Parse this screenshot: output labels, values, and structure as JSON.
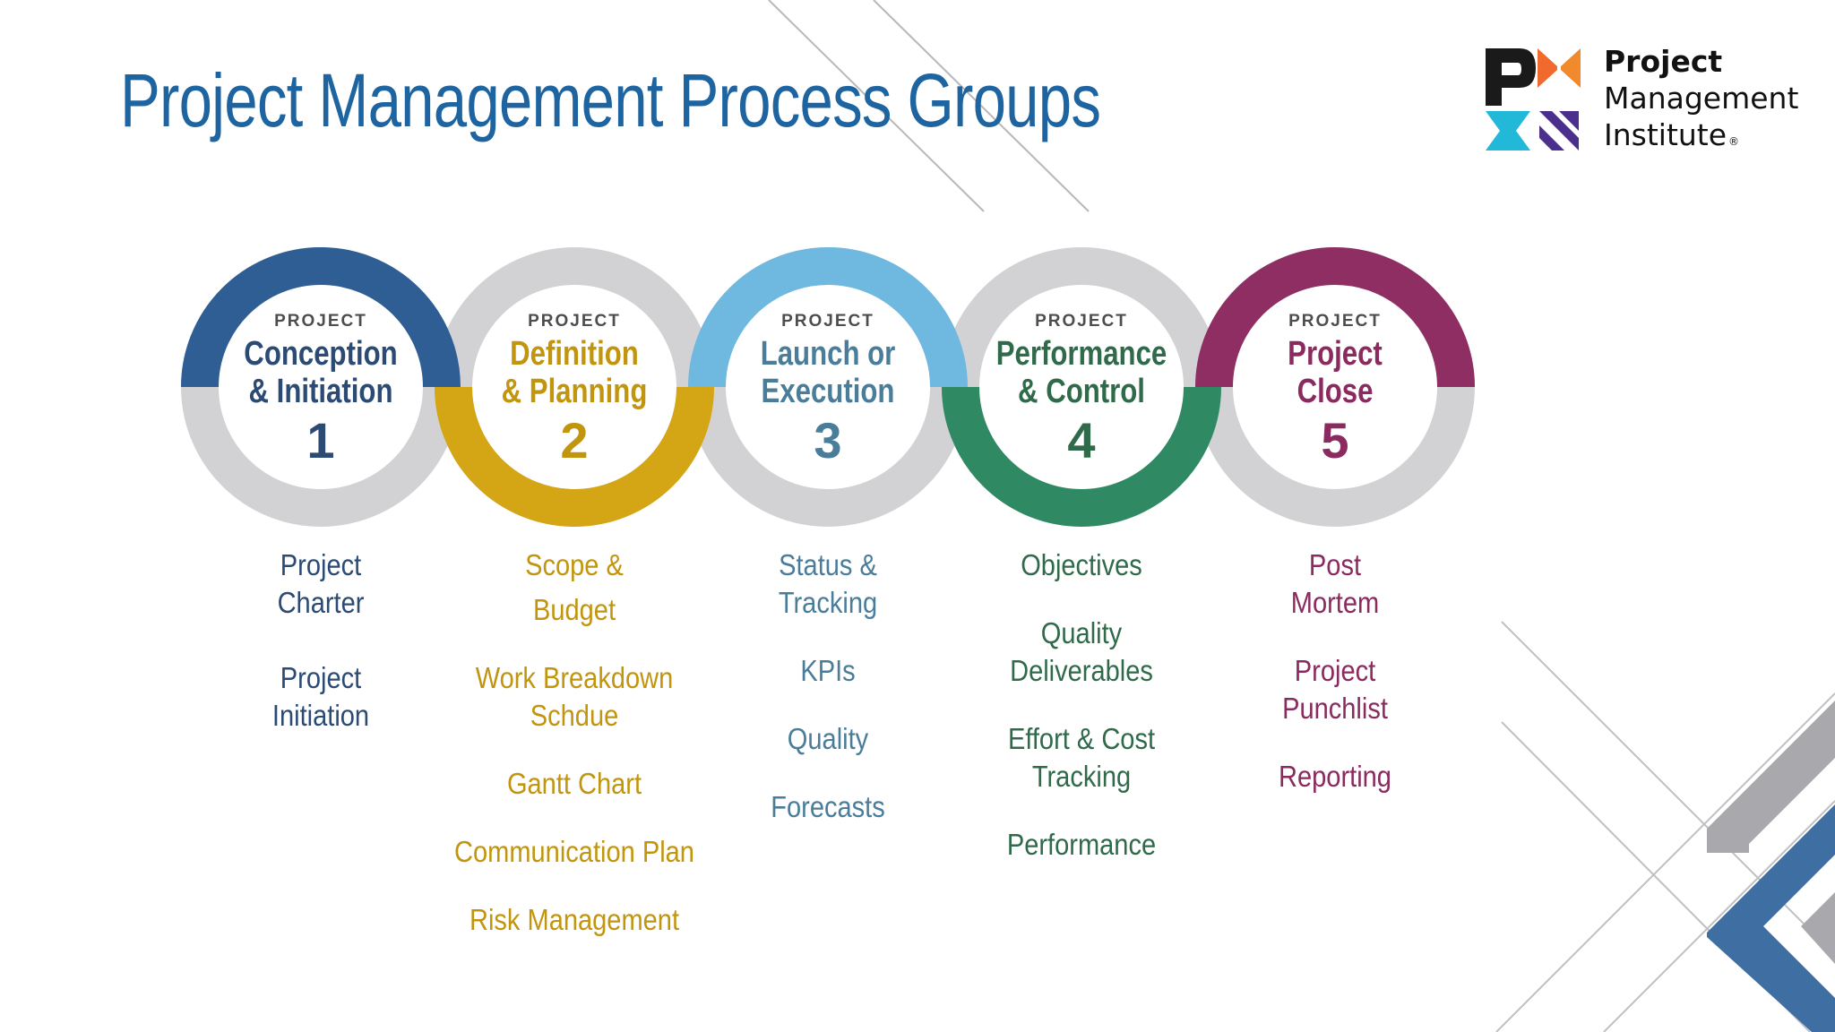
{
  "slide": {
    "title": "Project Management Process Groups"
  },
  "logo": {
    "line1": "Project",
    "line2": "Management",
    "line3": "Institute",
    "registered": "®"
  },
  "colors": {
    "title": "#1e64a0",
    "ring_track": "#cfcfd2",
    "background": "#ffffff"
  },
  "groups": [
    {
      "kicker": "PROJECT",
      "name_line1": "Conception",
      "name_line2": "& Initiation",
      "number": "1",
      "color": "#2b4a74",
      "accent": "#2f5e95",
      "items": [
        "Project",
        "Charter",
        "Project",
        "Initiation"
      ]
    },
    {
      "kicker": "PROJECT",
      "name_line1": "Definition",
      "name_line2": "& Planning",
      "number": "2",
      "color": "#c2950f",
      "accent": "#d4a514",
      "items": [
        "Scope &",
        "Budget",
        "Work Breakdown",
        "Schdue",
        "Gantt Chart",
        "Communication Plan",
        "Risk Management"
      ]
    },
    {
      "kicker": "PROJECT",
      "name_line1": "Launch or",
      "name_line2": "Execution",
      "number": "3",
      "color": "#4a7d99",
      "accent": "#6fb8df",
      "items": [
        "Status &",
        "Tracking",
        "KPIs",
        "Quality",
        "Forecasts"
      ]
    },
    {
      "kicker": "PROJECT",
      "name_line1": "Performance",
      "name_line2": "& Control",
      "number": "4",
      "color": "#2f6a4a",
      "accent": "#2f8a64",
      "items": [
        "Objectives",
        "Quality",
        "Deliverables",
        "Effort & Cost",
        "Tracking",
        "Performance"
      ]
    },
    {
      "kicker": "PROJECT",
      "name_line1": "Project",
      "name_line2": "Close",
      "number": "5",
      "color": "#8a2a5e",
      "accent": "#8e2e62",
      "items": [
        "Post",
        "Mortem",
        "Project",
        "Punchlist",
        "Reporting"
      ]
    }
  ]
}
